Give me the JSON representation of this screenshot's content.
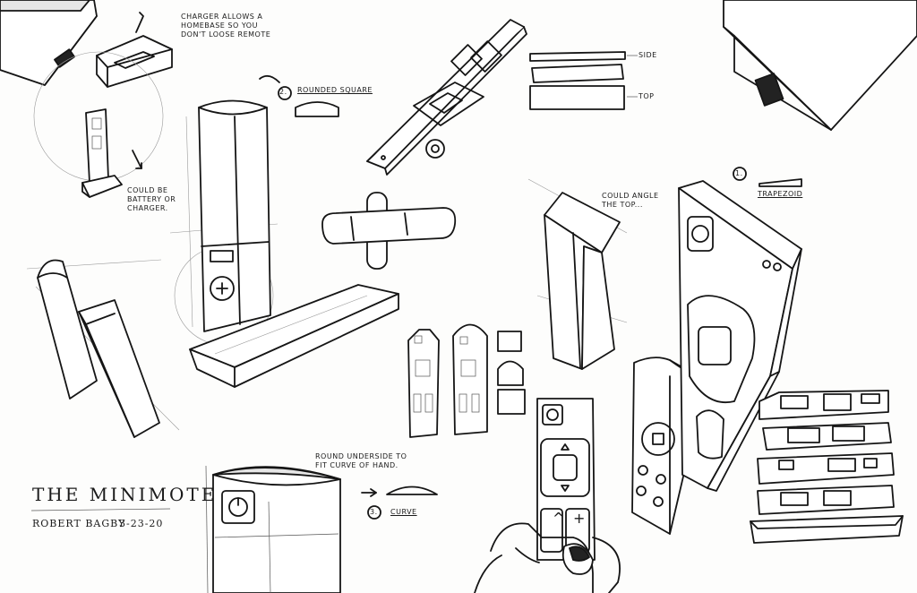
{
  "title": "The Minimote",
  "author": "Robert Bagby",
  "date": "3-23-20",
  "notes": {
    "charger": [
      "Charger allows a",
      "homebase so you",
      "don't loose remote"
    ],
    "battery": [
      "Could be",
      "battery or",
      "charger."
    ],
    "angle": [
      "Could angle",
      "the top..."
    ],
    "underside": [
      "Round underside to",
      "fit curve of hand."
    ]
  },
  "labels": {
    "side": "side",
    "top": "top",
    "rounded_square": "Rounded Square",
    "rounded_square_num": "2.",
    "trapezoid": "Trapezoid",
    "trapezoid_num": "1.",
    "curve": "Curve",
    "curve_num": "3."
  },
  "buttons": {
    "plus": "+",
    "minus": "^"
  }
}
